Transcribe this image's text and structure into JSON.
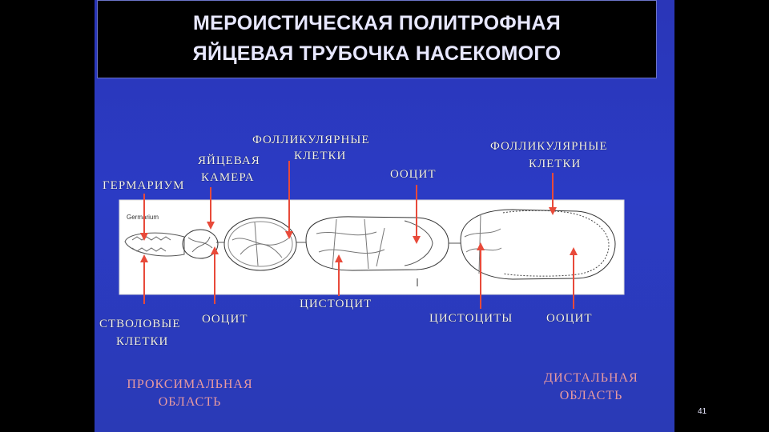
{
  "title": {
    "line1": "МЕРОИСТИЧЕСКАЯ ПОЛИТРОФНАЯ",
    "line2": "ЯЙЦЕВАЯ ТРУБОЧКА НАСЕКОМОГО"
  },
  "labels": {
    "follicular_top_left_1": "ФОЛЛИКУЛЯРНЫЕ",
    "follicular_top_left_2": "КЛЕТКИ",
    "egg_chamber_1": "ЯЙЦЕВАЯ",
    "egg_chamber_2": "КАМЕРА",
    "germarium": "ГЕРМАРИУМ",
    "oocyte_top": "ООЦИТ",
    "follicular_top_right_1": "ФОЛЛИКУЛЯРНЫЕ",
    "follicular_top_right_2": "КЛЕТКИ",
    "stem_cells_1": "СТВОЛОВЫЕ",
    "stem_cells_2": "КЛЕТКИ",
    "oocyte_bottom_left": "ООЦИТ",
    "cystocyte": "ЦИСТОЦИТ",
    "cystocytes": "ЦИСТОЦИТЫ",
    "oocyte_bottom_right": "ООЦИТ",
    "micrograph_tag": "Germarium"
  },
  "regions": {
    "proximal_1": "ПРОКСИМАЛЬНАЯ",
    "proximal_2": "ОБЛАСТЬ",
    "distal_1": "ДИСТАЛЬНАЯ",
    "distal_2": "ОБЛАСТЬ"
  },
  "page_number": "41",
  "colors": {
    "background": "#2b3bc4",
    "arrow": "#e84a3a",
    "region_text": "#e89aa0",
    "label_text": "#f2f2f2"
  }
}
